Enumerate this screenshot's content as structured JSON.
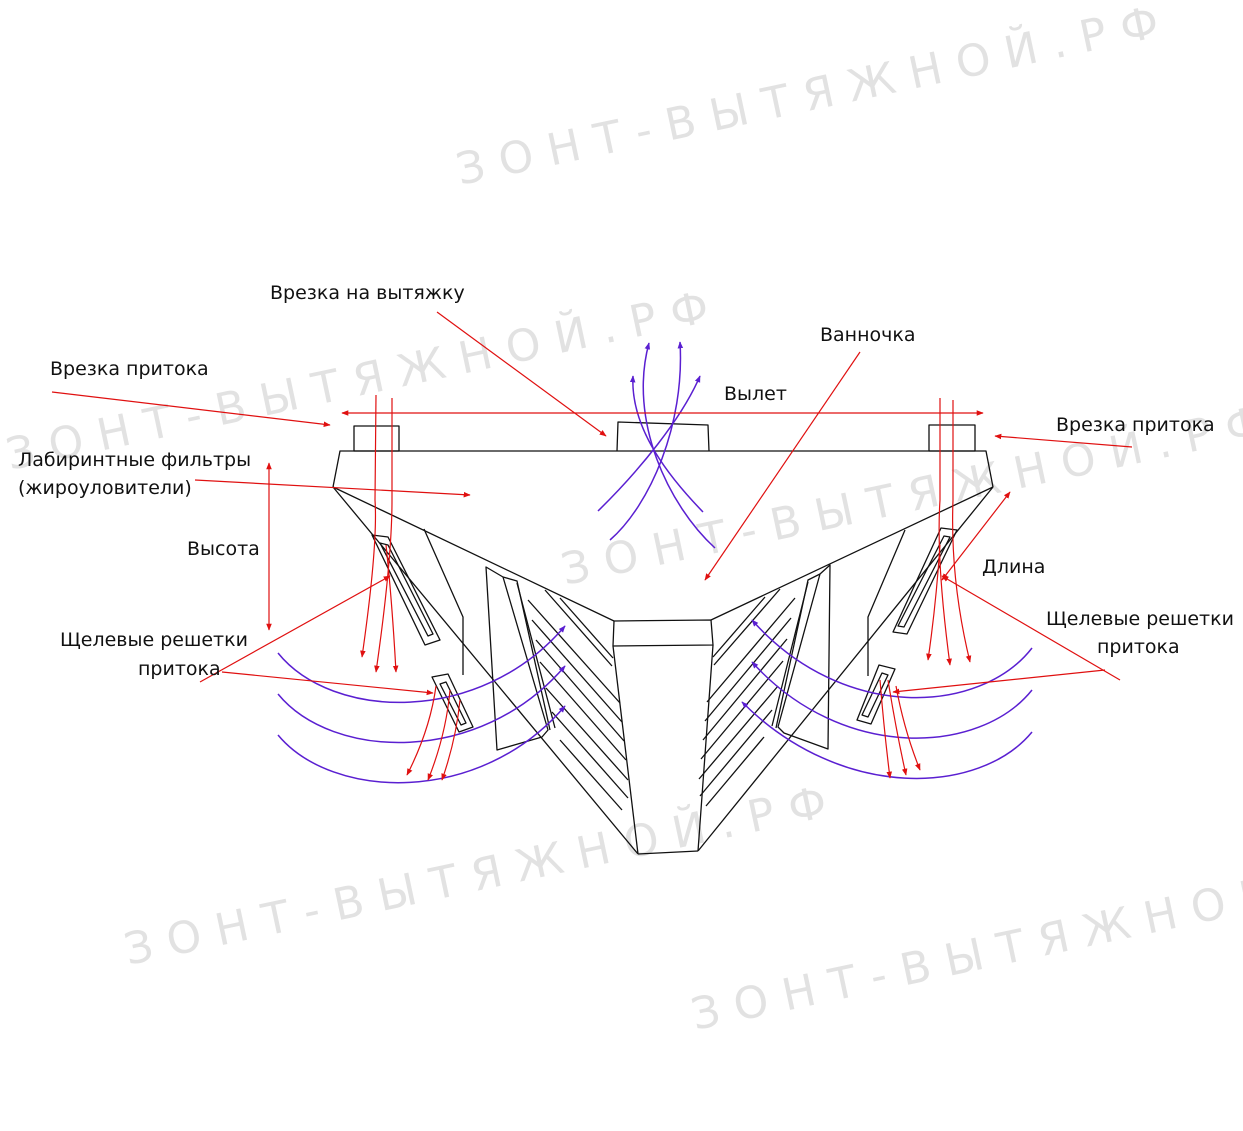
{
  "watermark": "ЗОНТ-ВЫТЯЖНОЙ.РФ",
  "labels": {
    "exhaust_cut": "Врезка на вытяжку",
    "tray": "Ванночка",
    "supply_cut_left": "Врезка притока",
    "overhang": "Вылет",
    "supply_cut_right": "Врезка притока",
    "filters_line1": "Лабиринтные фильтры",
    "filters_line2": "(жироуловители)",
    "height": "Высота",
    "length": "Длина",
    "slot_left_line1": "Щелевые решетки",
    "slot_left_line2": "притока",
    "slot_right_line1": "Щелевые решетки",
    "slot_right_line2": "притока"
  },
  "colors": {
    "outline": "#111111",
    "arrow": "#e01010",
    "airflow": "#5a1fd1",
    "watermark": "#e2e2e2"
  }
}
